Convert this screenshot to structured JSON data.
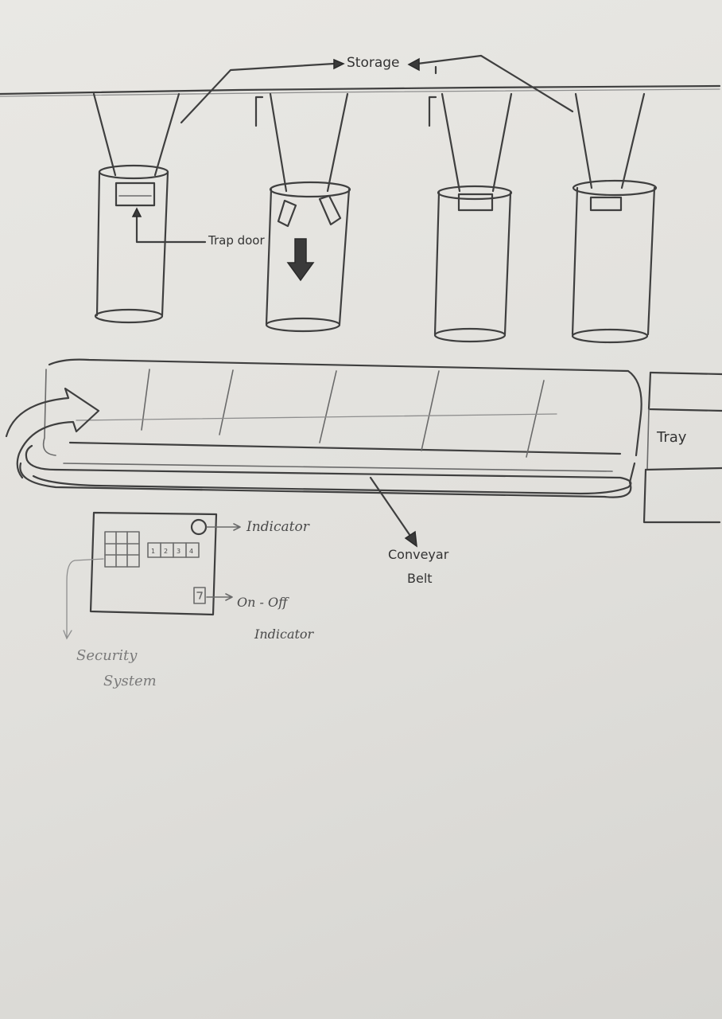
{
  "labels": {
    "storage": "Storage",
    "trap_door": "Trap door",
    "tray": "Tray",
    "conveyor_line1": "Conveyar",
    "conveyor_line2": "Belt",
    "indicator": "Indicator",
    "on_off_line1": "On - Off",
    "on_off_line2": "Indicator",
    "security_line1": "Security",
    "security_line2": "System"
  },
  "keypad_digits": [
    "1",
    "2",
    "3",
    "4"
  ],
  "colors": {
    "paper": "#e4e3df",
    "pencil": "#3f3f3f"
  }
}
